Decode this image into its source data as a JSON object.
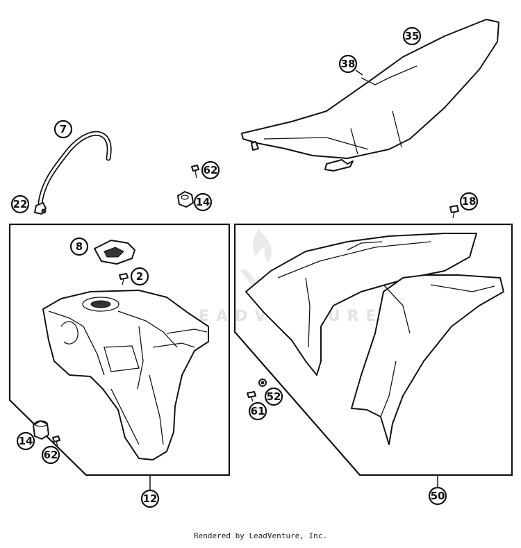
{
  "footer": {
    "credit": "Rendered by LeadVenture, Inc."
  },
  "watermark": {
    "text": "LEADVENTURE"
  },
  "callouts": {
    "c35": "35",
    "c38": "38",
    "c7": "7",
    "c22": "22",
    "c62a": "62",
    "c14a": "14",
    "c18": "18",
    "c8": "8",
    "c2": "2",
    "c14b": "14",
    "c62b": "62",
    "c52": "52",
    "c61": "61",
    "c12": "12",
    "c50": "50"
  }
}
